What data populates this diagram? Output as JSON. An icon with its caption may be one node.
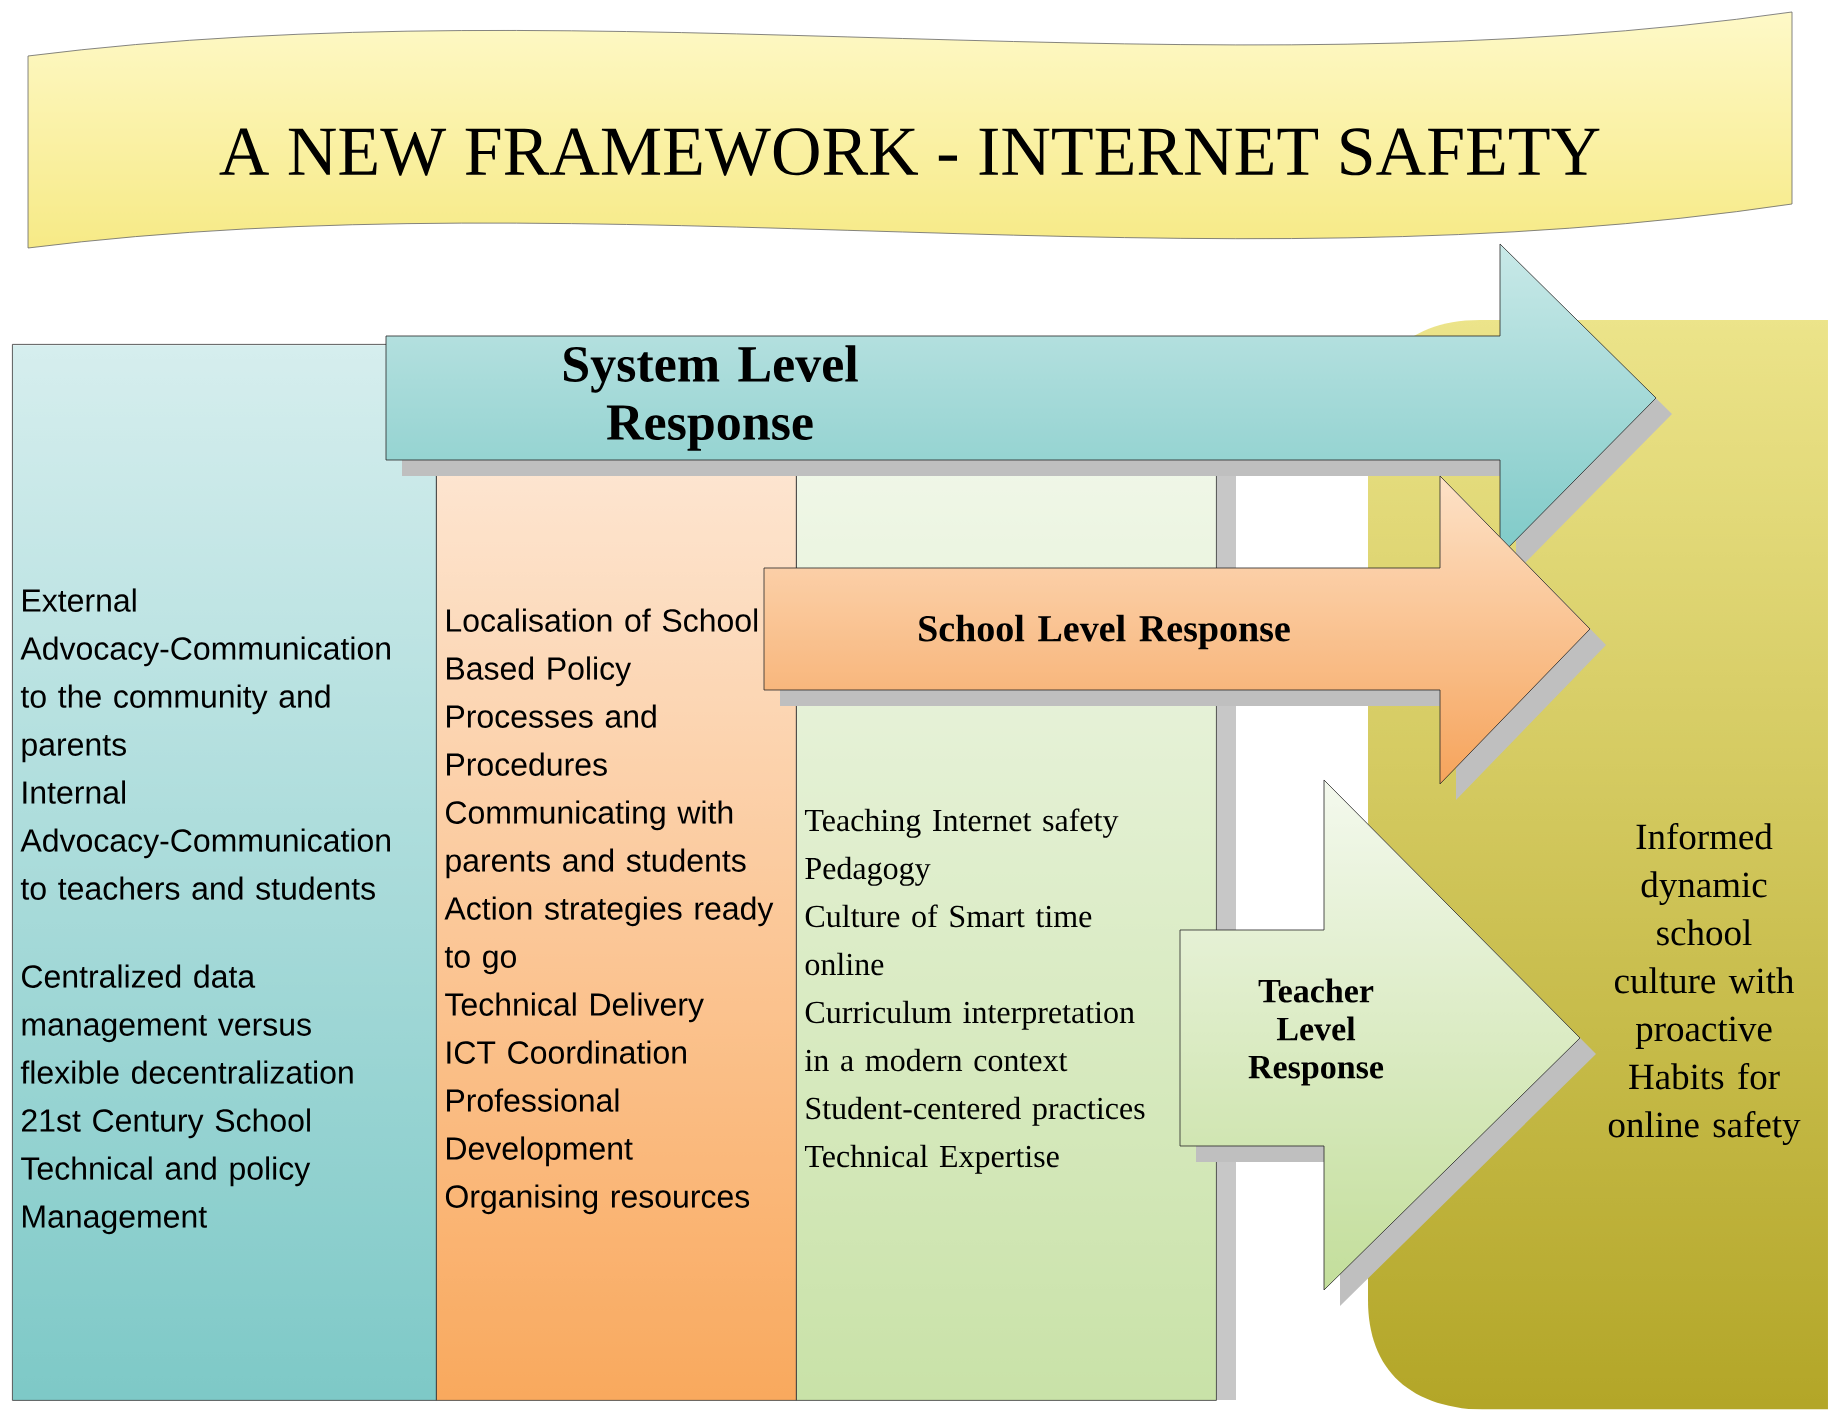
{
  "diagram": {
    "title": "A NEW FRAMEWORK - INTERNET SAFETY",
    "nodes": [
      {
        "text": [
          "External Advocacy-Communication to the community and parents",
          "Internal Advocacy-Communication to teachers and students",
          "Centralized data management versus flexible decentralization",
          "21st Century School Technical and policy Management"
        ]
      },
      {
        "text": [
          "Localisation of School Based Policy Processes and Procedures",
          "Communicating with parents and students",
          "Action strategies ready to go",
          "Technical Delivery",
          "ICT Coordination",
          "Professional Development",
          "Organising resources"
        ]
      },
      {
        "text": [
          "Teaching Internet safety",
          "Pedagogy",
          "Culture of Smart time online",
          "Curriculum interpretation in a modern context",
          "Student-centered practices",
          "Technical Expertise"
        ]
      },
      {
        "text": [
          "System Level Response"
        ]
      },
      {
        "text": [
          "School Level Response"
        ]
      },
      {
        "text": [
          "Teacher Level Response"
        ]
      },
      {
        "text": [
          "Informed dynamic school culture with proactive Habits for online safety"
        ]
      }
    ]
  }
}
